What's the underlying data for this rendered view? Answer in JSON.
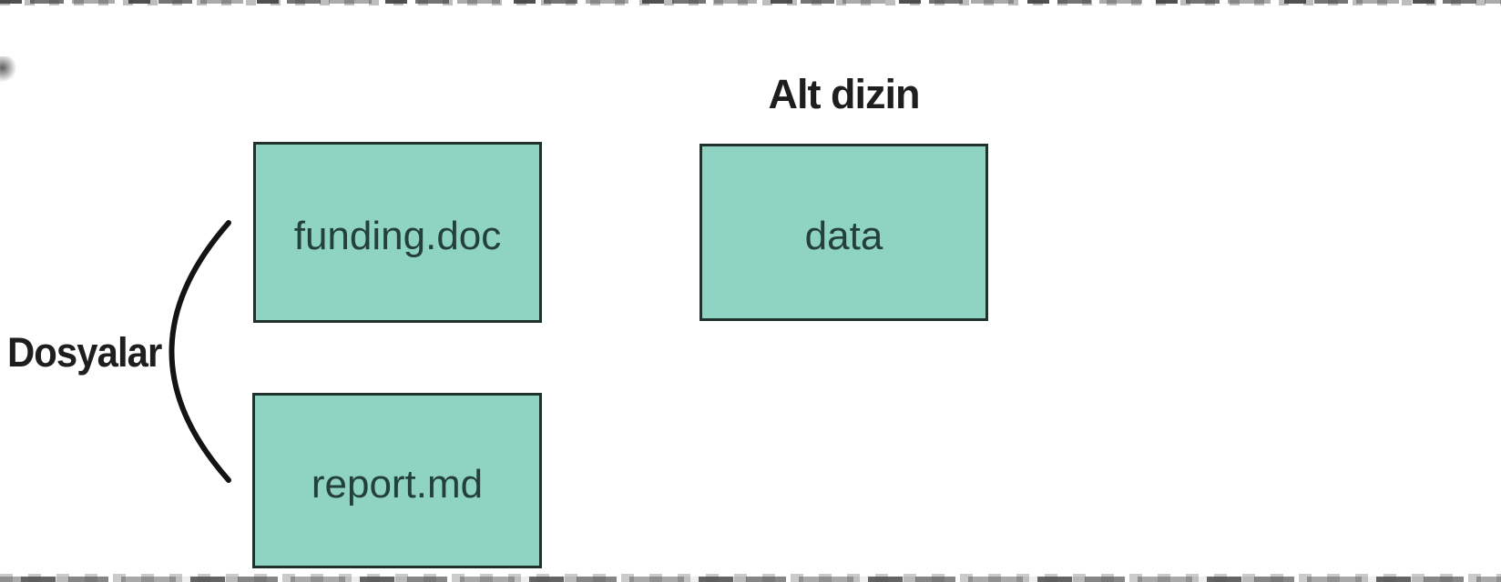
{
  "diagram": {
    "labels": {
      "files_group": "Dosyalar",
      "subdirectory": "Alt dizin"
    },
    "boxes": [
      {
        "id": "funding-doc",
        "label": "funding.doc"
      },
      {
        "id": "data",
        "label": "data"
      },
      {
        "id": "report-md",
        "label": "report.md"
      }
    ],
    "colors": {
      "background": "#ffffff",
      "box_fill": "#8fd3c2",
      "box_border": "#20302b",
      "box_text": "#24403a",
      "label_text": "#1e1e1e",
      "brace_stroke": "#141414"
    }
  }
}
